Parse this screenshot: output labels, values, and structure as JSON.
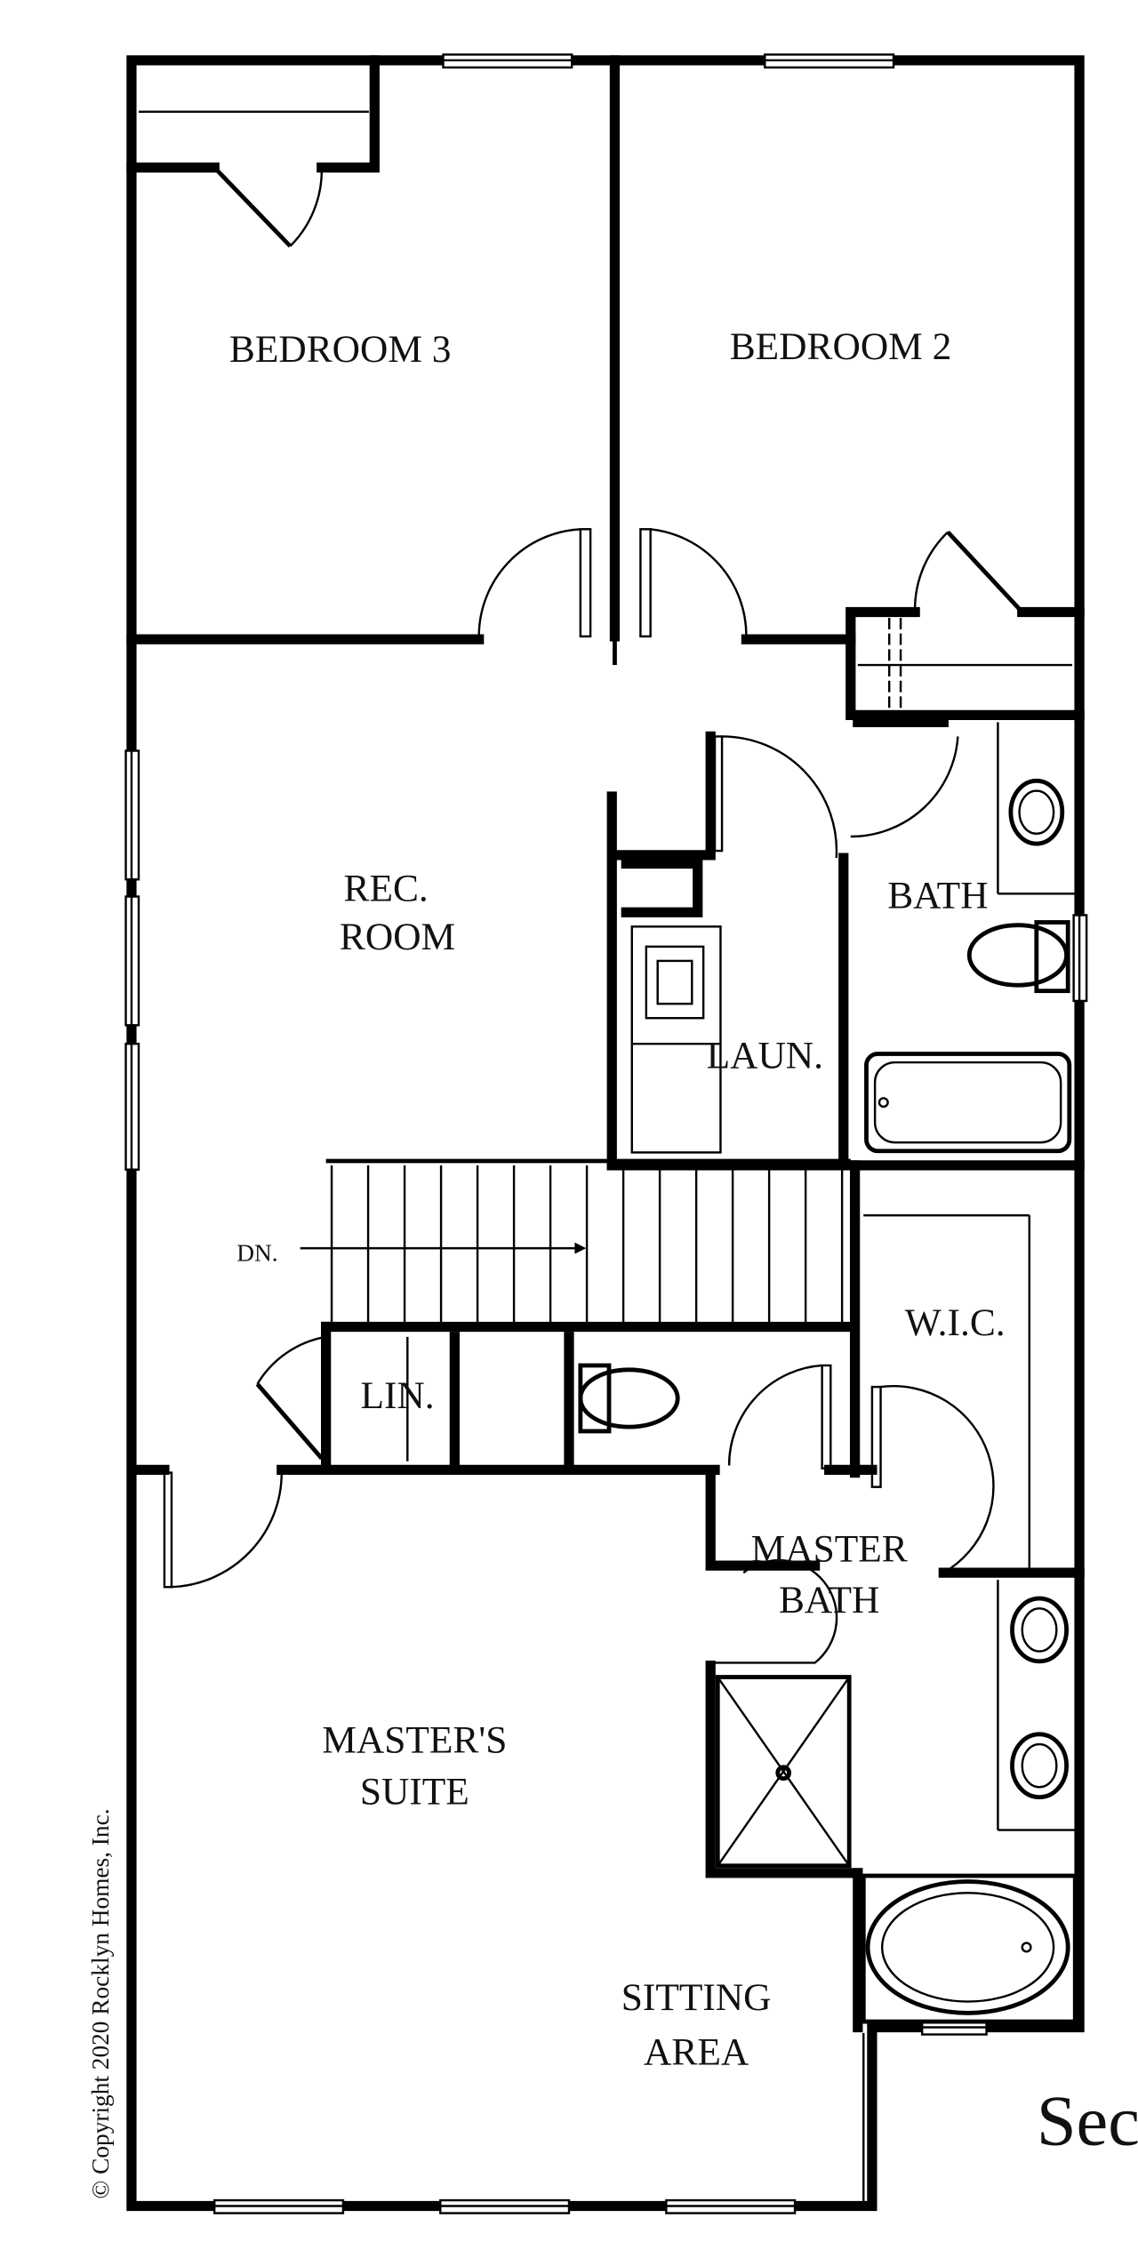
{
  "floor_plan": {
    "rooms": {
      "bedroom_3": "BEDROOM 3",
      "bedroom_2": "BEDROOM 2",
      "rec_room_line1": "REC.",
      "rec_room_line2": "ROOM",
      "bath": "BATH",
      "laundry": "LAUN.",
      "stairs_down": "DN.",
      "wic": "W.I.C.",
      "linen": "LIN.",
      "master_bath_line1": "MASTER",
      "master_bath_line2": "BATH",
      "masters_suite_line1": "MASTER'S",
      "masters_suite_line2": "SUITE",
      "sitting_area_line1": "SITTING",
      "sitting_area_line2": "AREA"
    },
    "copyright": "© Copyright 2020 Rocklyn Homes, Inc.",
    "title_partial": "Sec"
  }
}
